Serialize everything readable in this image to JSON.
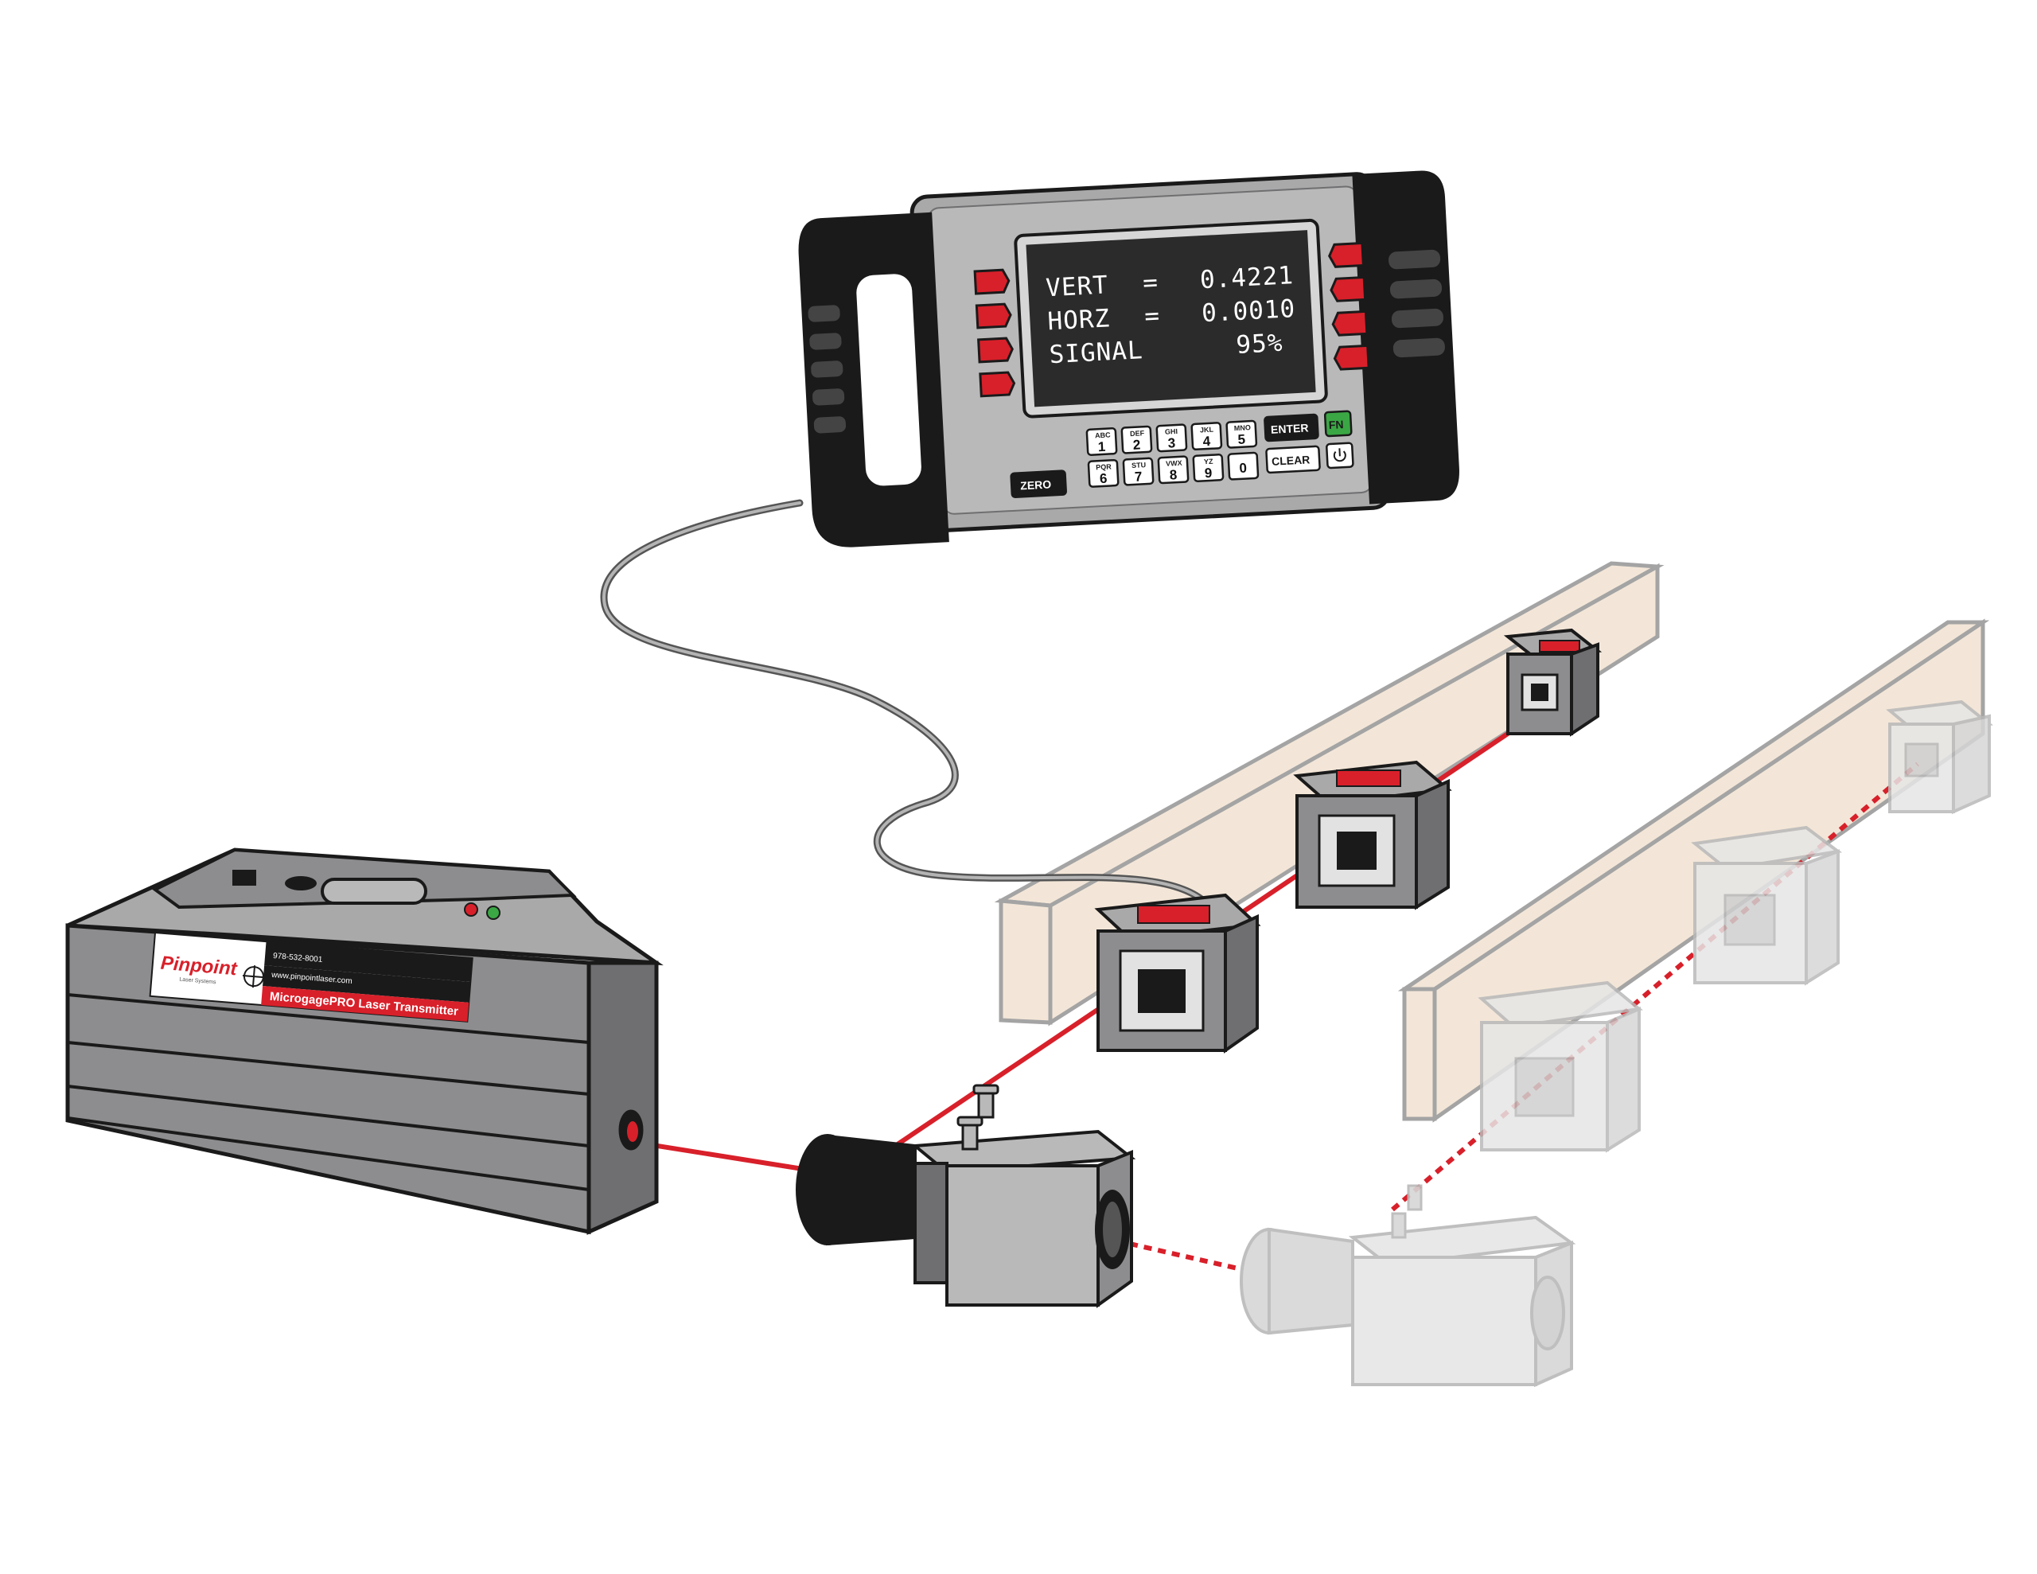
{
  "display": {
    "rows": [
      {
        "label": "VERT",
        "sep": "=",
        "value": "0.4221"
      },
      {
        "label": "HORZ",
        "sep": "=",
        "value": "0.0010"
      },
      {
        "label": "SIGNAL",
        "sep": "",
        "value": "95%"
      }
    ]
  },
  "keypad": {
    "top_row": [
      {
        "sub": "ABC",
        "num": "1"
      },
      {
        "sub": "DEF",
        "num": "2"
      },
      {
        "sub": "GHI",
        "num": "3"
      },
      {
        "sub": "JKL",
        "num": "4"
      },
      {
        "sub": "MNO",
        "num": "5"
      }
    ],
    "bottom_row": [
      {
        "sub": "PQR",
        "num": "6"
      },
      {
        "sub": "STU",
        "num": "7"
      },
      {
        "sub": "VWX",
        "num": "8"
      },
      {
        "sub": "YZ",
        "num": "9"
      },
      {
        "sub": "",
        "num": "0"
      }
    ],
    "enter_label": "ENTER",
    "fn_label": "FN",
    "clear_label": "CLEAR",
    "zero_label": "ZERO",
    "power_icon": "power-icon"
  },
  "transmitter": {
    "logo_text": "Pinpoint",
    "logo_subtext": "Laser Systems",
    "phone": "978-532-8001",
    "website": "www.pinpointlaser.com",
    "product_name": "MicrogagePRO Laser Transmitter"
  },
  "colors": {
    "laser": "#d8202a",
    "device_gray": "#8d8d8f",
    "device_dark": "#1a1a1a",
    "wood": "#f3e6d8",
    "fn_green": "#3aa744",
    "ghost": "#d6d6d6"
  }
}
